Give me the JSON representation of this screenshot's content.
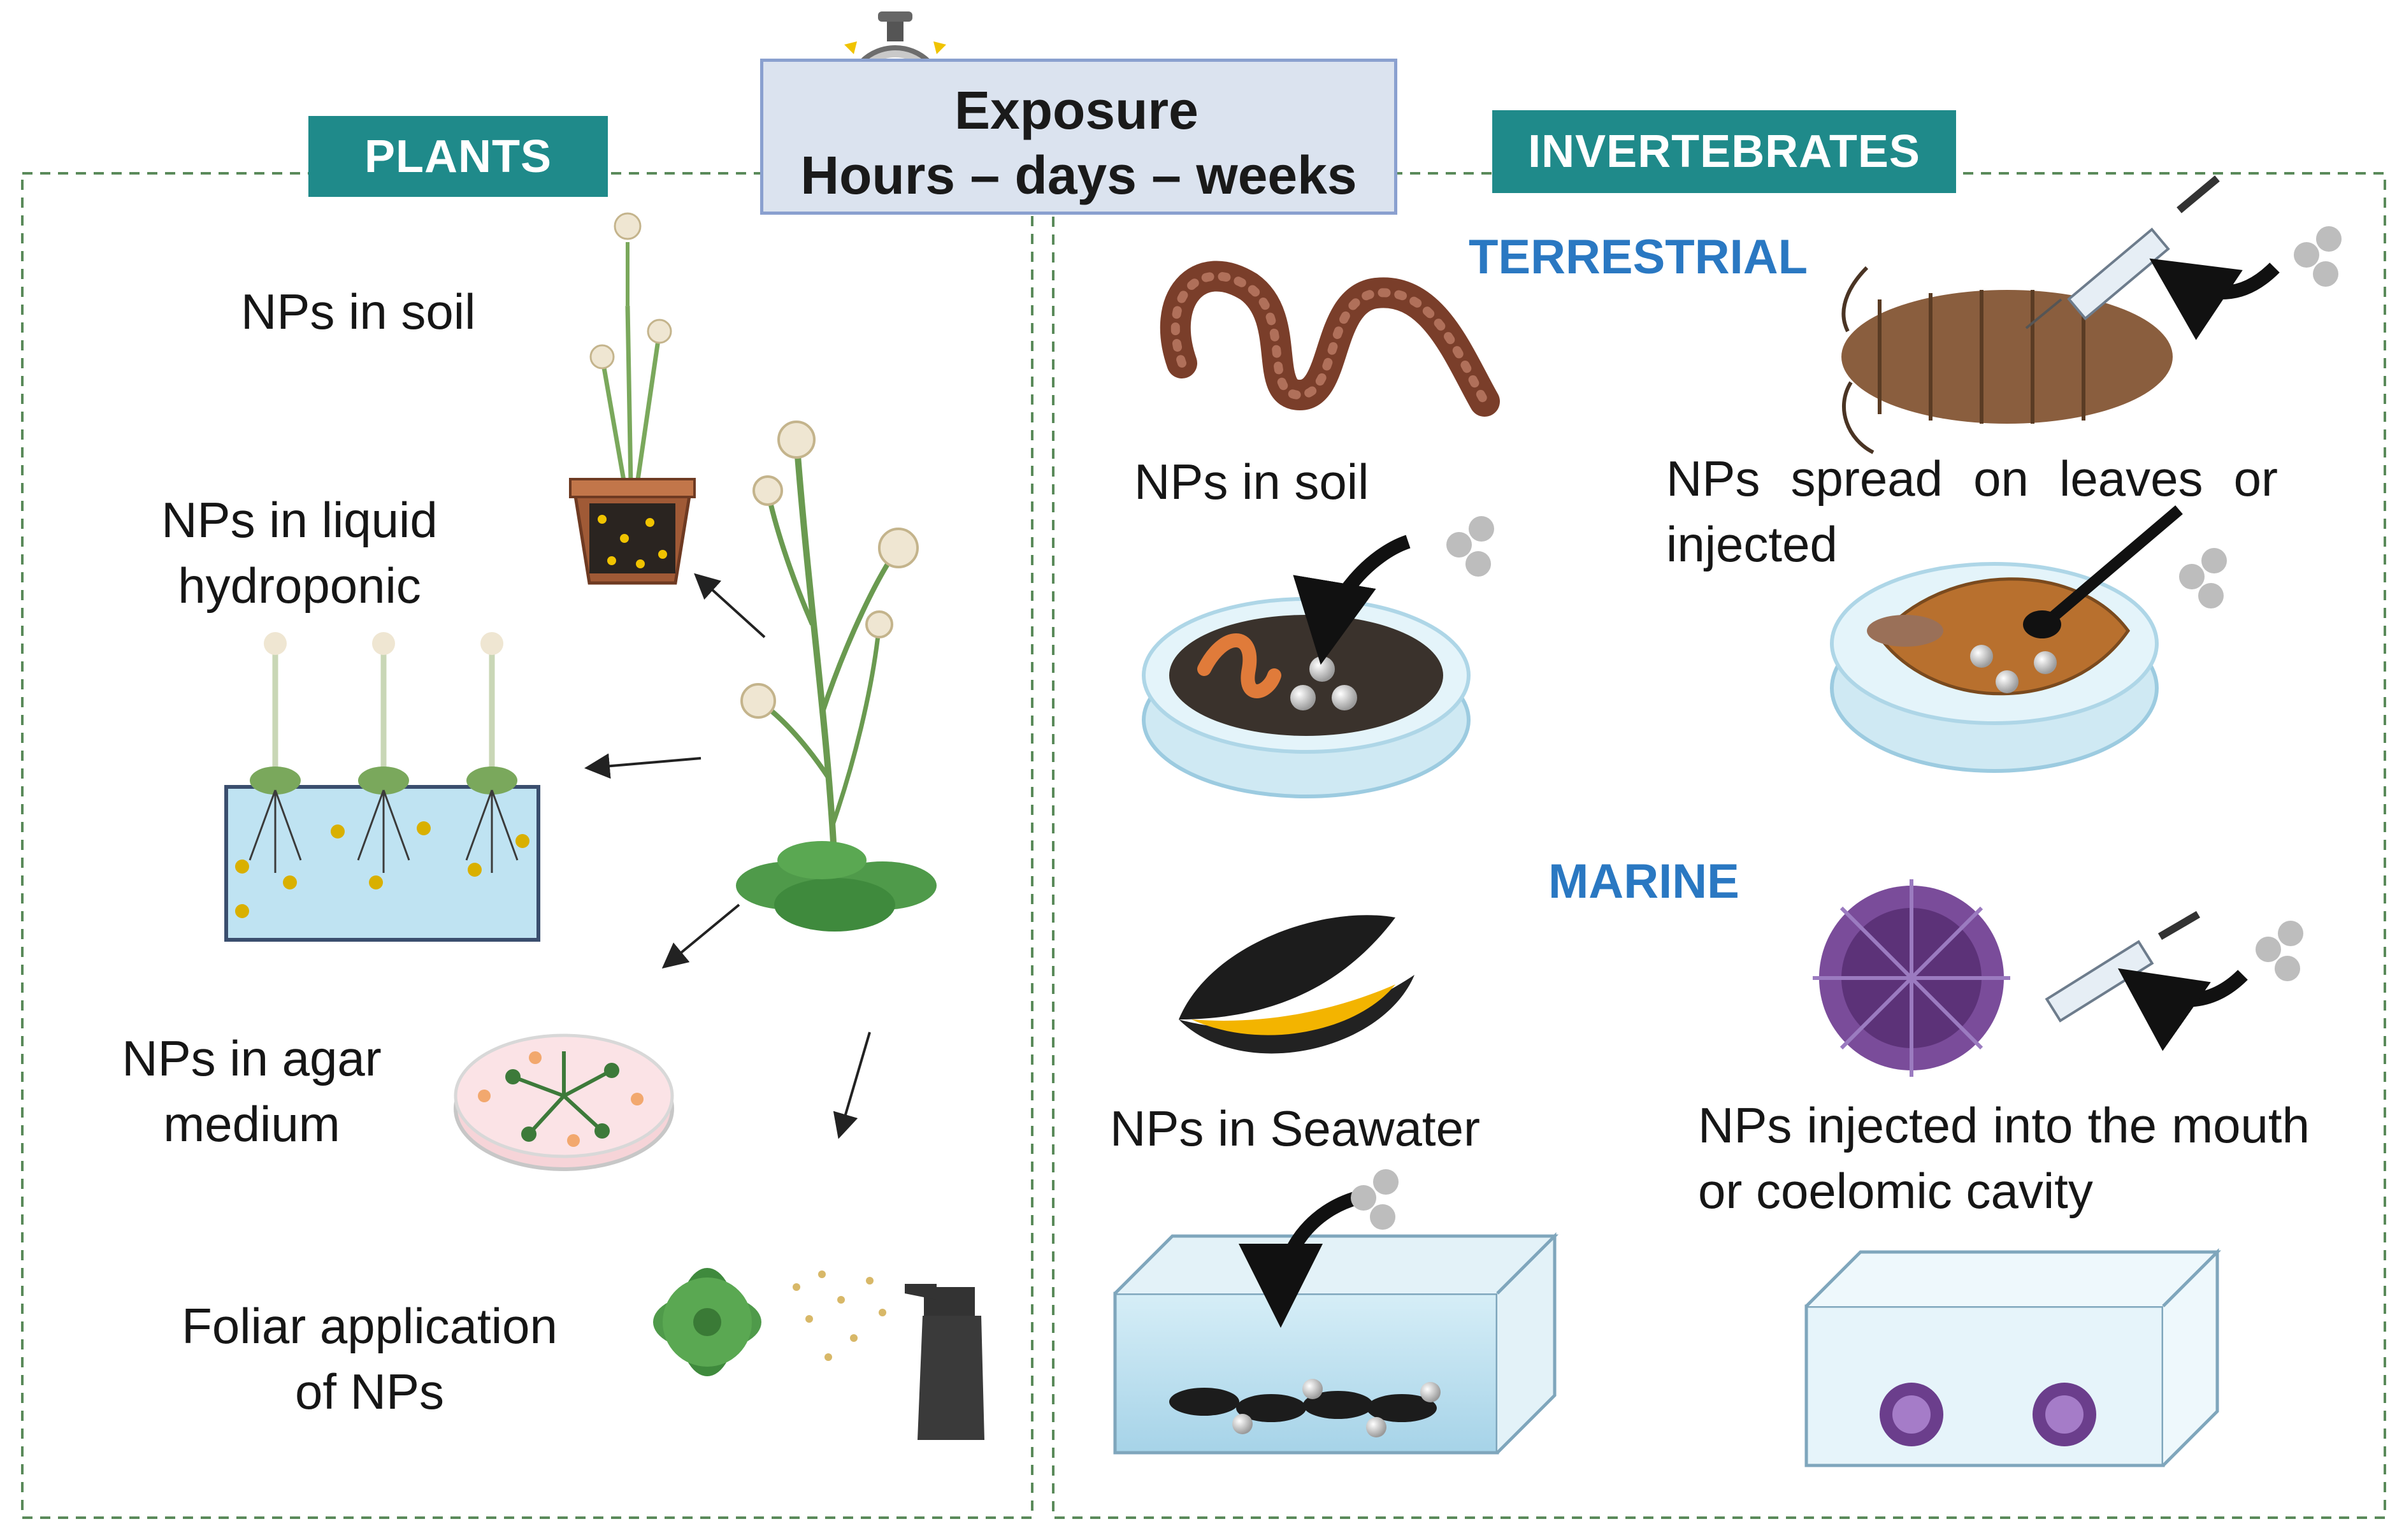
{
  "exposure": {
    "title": "Exposure",
    "duration": "Hours – days – weeks"
  },
  "plants": {
    "tag": "PLANTS",
    "items": [
      {
        "label": "NPs in soil"
      },
      {
        "label": "NPs in liquid hydroponic"
      },
      {
        "label": "NPs in agar medium"
      },
      {
        "label": "Foliar application of NPs"
      }
    ]
  },
  "invertebrates": {
    "tag": "INVERTEBRATES",
    "terrestrial": {
      "heading": "TERRESTRIAL",
      "items": [
        {
          "label": "NPs in soil"
        },
        {
          "label": "NPs spread on leaves or injected"
        }
      ]
    },
    "marine": {
      "heading": "MARINE",
      "items": [
        {
          "label": "NPs in Seawater"
        },
        {
          "label": "NPs injected into the mouth or coelomic cavity"
        }
      ]
    }
  },
  "colors": {
    "tag": "#1f8a8a",
    "subheading": "#2a78c2",
    "border": "#5a8a5a",
    "exposure_bg": "#dbe3ef"
  }
}
